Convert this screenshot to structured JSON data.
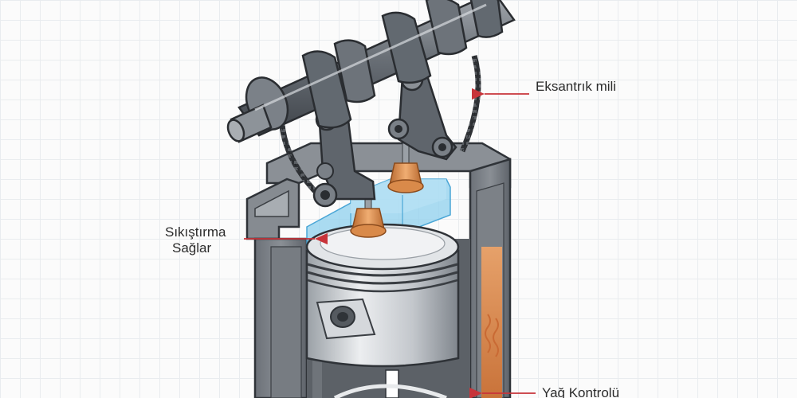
{
  "labels": {
    "camshaft": "Eksantrık mili",
    "compression_line1": "Sıkıştırma",
    "compression_line2": "Sağlar",
    "oil_control": "Yağ Kontrolü"
  },
  "colors": {
    "arrow": "#c8343a",
    "metal_dark": "#4d535a",
    "metal_mid": "#7a8087",
    "metal_light": "#c9ccd0",
    "chamber_blue": "#8fd0ee",
    "valve_copper": "#d98a4a",
    "heat_orange": "#e89b5a"
  }
}
